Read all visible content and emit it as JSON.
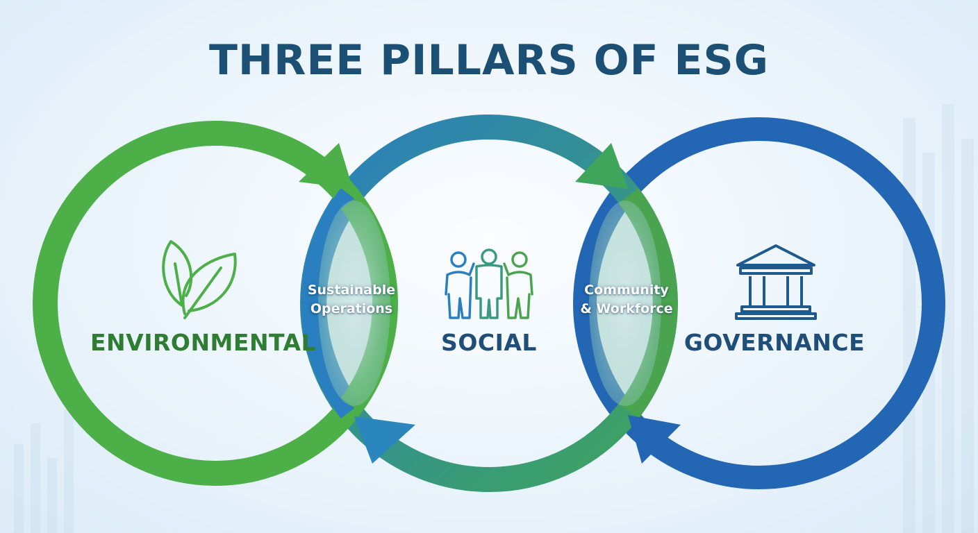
{
  "title": "THREE PILLARS OF ESG",
  "colors": {
    "environmental": "#4daf47",
    "social_blue": "#2a7fc0",
    "social_green": "#3fa55a",
    "governance": "#2366b3",
    "title": "#1c4f74",
    "environmental_text": "#2e7d32",
    "social_text": "#1f4e79",
    "governance_text": "#1f4e79"
  },
  "pillars": [
    {
      "label": "ENVIRONMENTAL",
      "icon": "leaf-icon"
    },
    {
      "label": "SOCIAL",
      "icon": "people-icon"
    },
    {
      "label": "GOVERNANCE",
      "icon": "institution-icon"
    }
  ],
  "overlaps": [
    {
      "line1": "Sustainable",
      "line2": "Operations"
    },
    {
      "line1": "Community",
      "line2": "& Workforce"
    }
  ]
}
